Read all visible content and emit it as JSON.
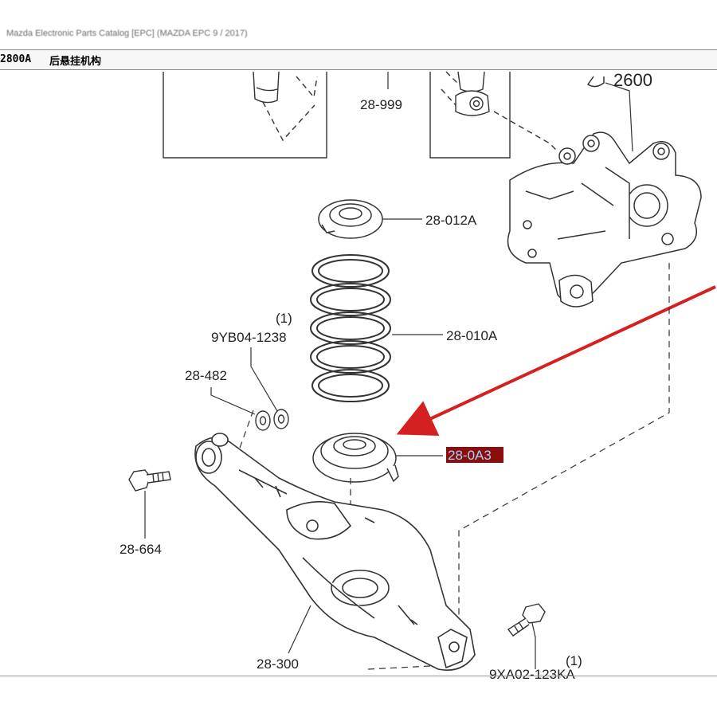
{
  "window": {
    "title": "Mazda Electronic Parts Catalog  [EPC] (MAZDA EPC 9 / 2017)"
  },
  "header": {
    "code": "2800A",
    "name": "后悬挂机构"
  },
  "diagram": {
    "parts": [
      {
        "id": "28-999",
        "label": "28-999"
      },
      {
        "id": "2600",
        "label": "2600"
      },
      {
        "id": "28-012A",
        "label": "28-012A"
      },
      {
        "id": "28-010A",
        "label": "28-010A"
      },
      {
        "id": "9YB04-1238",
        "label": "9YB04-1238",
        "qty": "(1)"
      },
      {
        "id": "28-482",
        "label": "28-482"
      },
      {
        "id": "28-0A3",
        "label": "28-0A3",
        "highlighted": true
      },
      {
        "id": "28-664",
        "label": "28-664"
      },
      {
        "id": "28-300",
        "label": "28-300"
      },
      {
        "id": "9XA02-123KA",
        "label": "9XA02-123KA",
        "qty": "(1)"
      }
    ],
    "highlight_color": "#8b0d0d",
    "highlight_text_color": "#9fd3ff",
    "arrow_color": "#d42020"
  }
}
